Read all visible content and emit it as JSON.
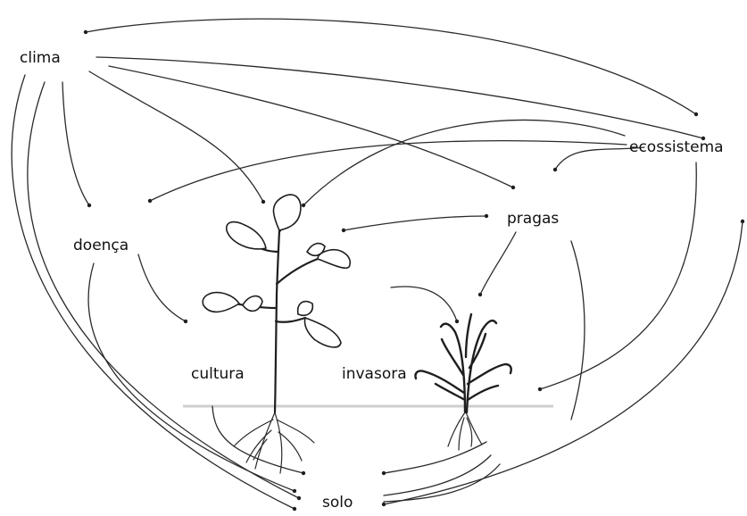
{
  "labels": {
    "clima": "clima",
    "ecossistema": "ecossistema",
    "pragas": "pragas",
    "doenca": "doença",
    "cultura": "cultura",
    "invasora": "invasora",
    "solo": "solo"
  },
  "colors": {
    "ink": "#1e1e1e",
    "soil_line": "#cfcfcf",
    "background": "#ffffff"
  }
}
